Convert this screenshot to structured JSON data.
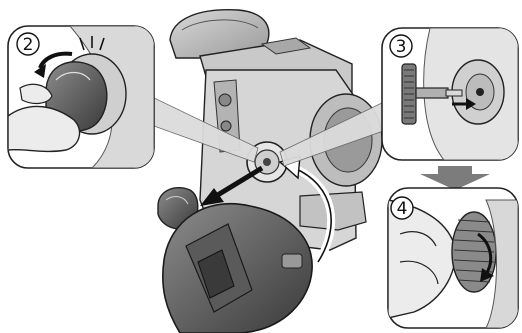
{
  "steps": [
    {
      "number": "2"
    },
    {
      "number": "3"
    },
    {
      "number": "4"
    }
  ],
  "arrows": {
    "remove": "curved-arrow-left",
    "attach": "curved-arrow-up",
    "transition": "down-arrow-gray",
    "twist": "twist-arrow"
  }
}
